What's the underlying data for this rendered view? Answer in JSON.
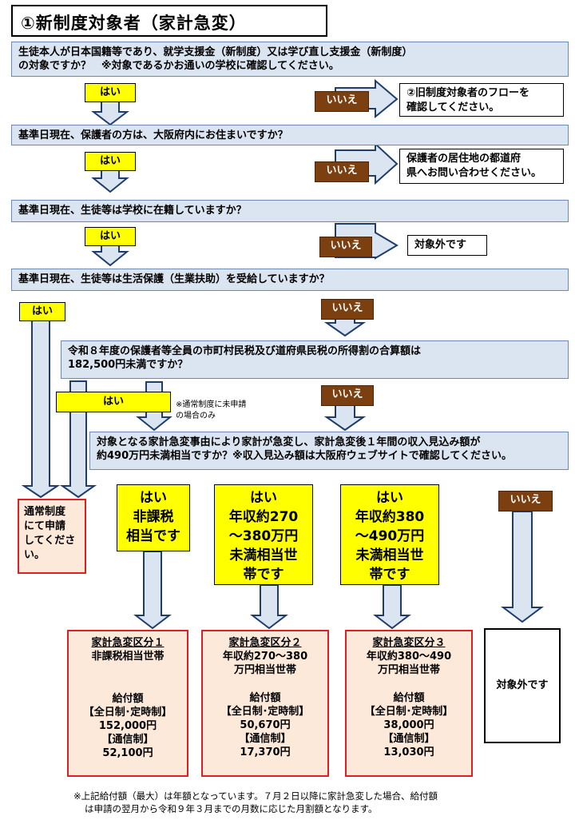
{
  "title": "①新制度対象者（家計急変）",
  "q1": {
    "line1": "生徒本人が日本国籍等であり、就学支援金（新制度）又は学び直し支援金（新制度）",
    "line2": "の対象ですか？　※対象であるかお通いの学校に確認してください。"
  },
  "q1_yes": "はい",
  "q1_no": "いいえ",
  "q1_no_note": [
    "②旧制度対象者のフローを",
    "確認してください。"
  ],
  "q2": "基準日現在、保護者の方は、大阪府内にお住まいですか？",
  "q2_yes": "はい",
  "q2_no": "いいえ",
  "q2_no_note": [
    "保護者の居住地の都道府",
    "県へお問い合わせください。"
  ],
  "q3": "基準日現在、生徒等は学校に在籍していますか？",
  "q3_yes": "はい",
  "q3_no": "いいえ",
  "q3_no_note": "対象外です",
  "q4": "基準日現在、生徒等は生活保護（生業扶助）を受給していますか？",
  "q4_yes": "はい",
  "q4_no": "いいえ",
  "q5": {
    "line1": "令和８年度の保護者等全員の市町村民税及び道府県民税の所得割の合算額は",
    "line2": "182,500円未満ですか？"
  },
  "q5_yes": "はい",
  "q5_yes_note": [
    "※通常制度に未申請",
    "の場合のみ"
  ],
  "q5_no": "いいえ",
  "q6": {
    "line1": "対象となる家計急変事由により家計が急変し、家計急変後１年間の収入見込み額が",
    "line2": "約490万円未満相当ですか？※収入見込み額は大阪府ウェブサイトで確認してください。"
  },
  "normal_apply": "通常制度\nにて申請\nしてくださ\nい。",
  "branch1": "はい\n非課税\n相当です",
  "branch2": "はい\n年収約270\n～380万円\n未満相当世\n帯です",
  "branch3": "はい\n年収約380\n～490万円\n未満相当世\n帯です",
  "q6_no": "いいえ",
  "results": [
    {
      "title": "家計急変区分１",
      "desc": [
        "非課税相当世帯"
      ],
      "amount_label": "給付額",
      "fulltime_label": "【全日制･定時制】",
      "fulltime": "152,000円",
      "corr_label": "【通信制】",
      "corr": "52,100円"
    },
    {
      "title": "家計急変区分２",
      "desc": [
        "年収約270～380",
        "万円相当世帯"
      ],
      "amount_label": "給付額",
      "fulltime_label": "【全日制･定時制】",
      "fulltime": "50,670円",
      "corr_label": "【通信制】",
      "corr": "17,370円"
    },
    {
      "title": "家計急変区分３",
      "desc": [
        "年収約380～490",
        "万円相当世帯"
      ],
      "amount_label": "給付額",
      "fulltime_label": "【全日制･定時制】",
      "fulltime": "38,000円",
      "corr_label": "【通信制】",
      "corr": "13,030円"
    }
  ],
  "out_final": "対象外です",
  "footnote": [
    "※上記給付額（最大）は年額となっています。７月２日以降に家計急変した場合、給付額",
    "は申請の翌月から令和９年３月までの月数に応じた月割額となります。"
  ],
  "colors": {
    "question_bg": "#dbe5f1",
    "yes_bg": "#ffff00",
    "no_bg": "#7b3f10",
    "result_bg": "#fde9d9",
    "result_border": "#e02020",
    "arrow_fill": "#dbe5f1",
    "arrow_stroke": "#1f3d6b"
  }
}
